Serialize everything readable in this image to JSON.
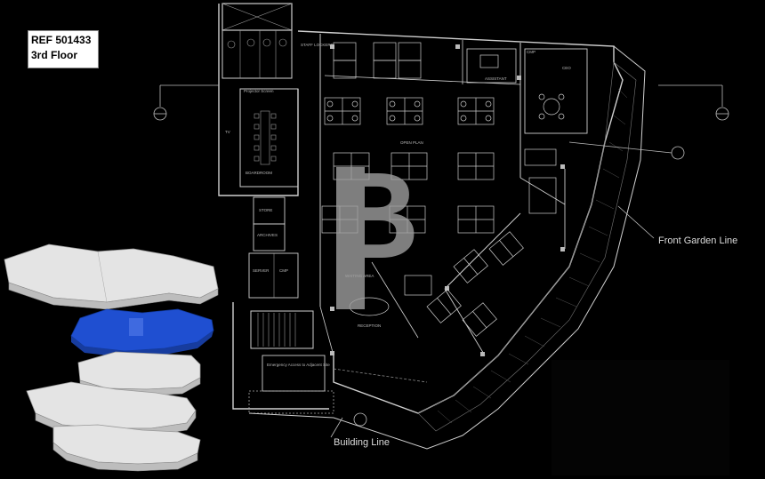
{
  "reference": {
    "ref": "REF 501433",
    "floor": "3rd Floor"
  },
  "callouts": {
    "front_garden": "Front Garden Line",
    "building": "Building Line"
  },
  "rooms": {
    "staff_lockers": "STAFF LOCKERS",
    "projector": "Projector Screen",
    "tv": "TV",
    "boardroom": "BOARDROOM",
    "store": "STORE",
    "archives": "ARCHIVES",
    "server": "SERVER",
    "cmp": "CMP",
    "waiting": "WAITING AREA",
    "reception": "RECEPTION",
    "emergency": "Emergency Access to Adjacent Site",
    "assistant": "ASSISTANT",
    "ceo": "CEO",
    "cmp2": "CMP",
    "open_plan": "OPEN PLAN"
  },
  "watermark": {
    "letter": "B"
  },
  "colors": {
    "background": "#000000",
    "lines": "#cfcfcf",
    "highlight_floor": "#1f4fd1",
    "other_floors": "#e4e4e4",
    "watermark": "#9e9e9e"
  }
}
